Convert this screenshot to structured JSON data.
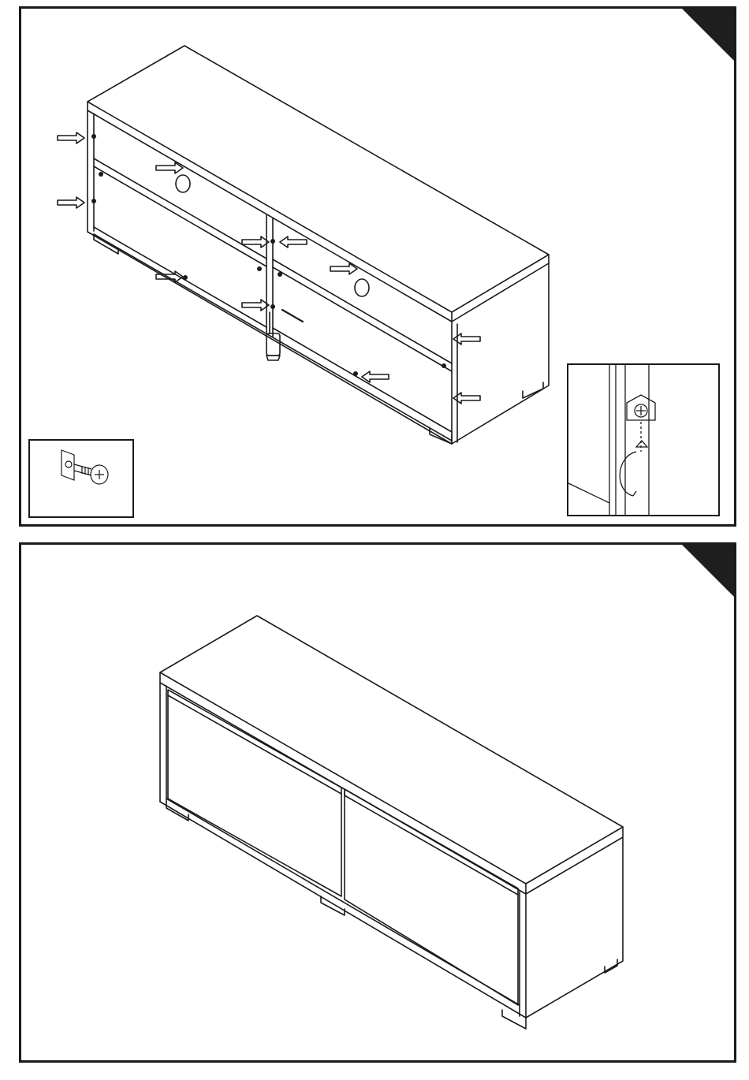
{
  "document": {
    "panels": [
      {
        "id": "step-assembly",
        "corner_marker": "step-corner-triangle",
        "assembly_view": "cabinet-frame-with-back-panels",
        "arrow_count": 12,
        "insets": [
          "cam-screw-detail",
          "cam-lock-turn-detail"
        ]
      },
      {
        "id": "step-finished",
        "corner_marker": "step-corner-triangle",
        "assembly_view": "finished-cabinet-with-two-doors"
      }
    ],
    "icons": {
      "arrow": "right-arrow-icon",
      "cam-screw": "cam-screw-icon",
      "screwdriver": "screwdriver-icon",
      "rotate": "rotate-arrow-icon"
    },
    "colors": {
      "line": "#1a1a1a",
      "marker": "#1e1e1e",
      "background": "#ffffff"
    }
  }
}
